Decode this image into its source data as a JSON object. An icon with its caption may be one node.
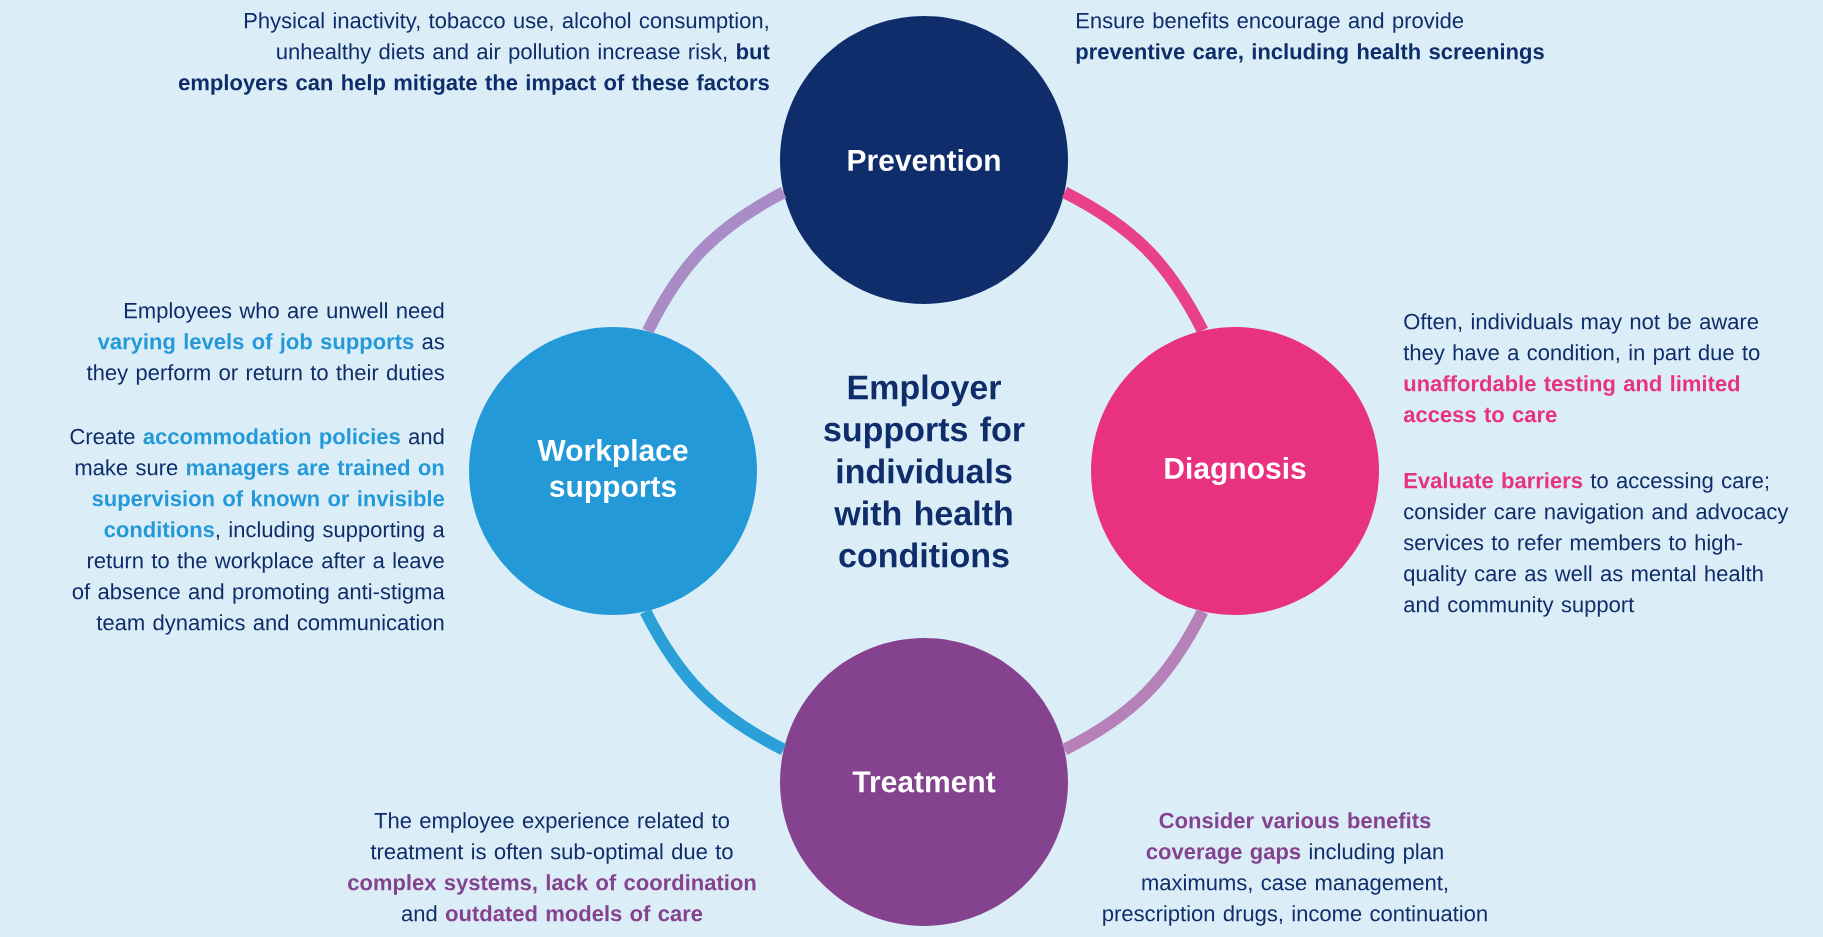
{
  "diagram": {
    "title": "Employer supports for individuals with health conditions",
    "nodes": [
      {
        "text": [
          "Prevention"
        ],
        "beside": [
          "Physical inactivity, tobacco use, alcohol consumption, unhealthy diets and air pollution increase risk, **but employers can help mitigate the impact of these factors**",
          "Ensure benefits encourage and provide **preventive care, including health screenings**"
        ]
      },
      {
        "text": [
          "Workplace supports"
        ],
        "beside": [
          "Employees who are unwell need **varying levels of job supports** as they perform or return to their duties",
          "Create **accommodation policies** and make sure **managers are trained on supervision of known or invisible conditions**, including supporting a return to the workplace after a leave of absence and promoting anti-stigma team dynamics and communication"
        ]
      },
      {
        "text": [
          "Diagnosis"
        ],
        "beside": [
          "Often, individuals may not be aware they have a condition, in part due to **unaffordable testing and limited access to care**",
          "**Evaluate barriers** to accessing care; consider care navigation and advocacy services to refer members to high-quality care as well as mental health and community support"
        ]
      },
      {
        "text": [
          "Treatment"
        ],
        "beside": [
          "The employee experience related to treatment is often sub-optimal due to **complex systems, lack of coordination** and **outdated models of care**",
          "**Consider various benefits coverage gaps** including plan maximums, case management, prescription drugs, income continuation"
        ]
      }
    ],
    "edges": [
      {
        "from": 0,
        "to": 2,
        "arrow": "none",
        "color": "#e8408a"
      },
      {
        "from": 2,
        "to": 3,
        "arrow": "none",
        "color": "#b680b8"
      },
      {
        "from": 3,
        "to": 1,
        "arrow": "none",
        "color": "#2a9fd8"
      },
      {
        "from": 1,
        "to": 0,
        "arrow": "none",
        "color": "#a98cc6"
      }
    ]
  }
}
